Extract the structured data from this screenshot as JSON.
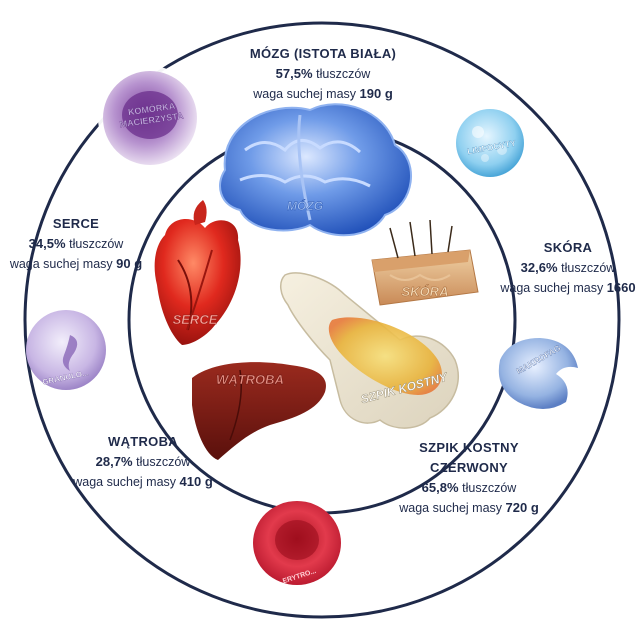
{
  "organs": {
    "brain": {
      "title": "MÓZG (ISTOTA BIAŁA)",
      "percent": "57,5%",
      "fat_word": "tłuszczów",
      "weight_label": "waga suchej masy",
      "weight_value": "190 g",
      "image_label": "MÓZG"
    },
    "heart": {
      "title": "SERCE",
      "percent": "34,5%",
      "fat_word": "tłuszczów",
      "weight_label": "waga suchej masy",
      "weight_value": "90 g",
      "image_label": "SERCE"
    },
    "skin": {
      "title": "SKÓRA",
      "percent": "32,6%",
      "fat_word": "tłuszczów",
      "weight_label": "waga suchej masy",
      "weight_value": "1660",
      "image_label": "SKÓRA"
    },
    "liver": {
      "title": "WĄTROBA",
      "percent": "28,7%",
      "fat_word": "tłuszczów",
      "weight_label": "waga suchej masy",
      "weight_value": "410 g",
      "image_label": "WĄTROBA"
    },
    "marrow": {
      "title_line1": "SZPIK KOSTNY",
      "title_line2": "CZERWONY",
      "percent": "65,8%",
      "fat_word": "tłuszczów",
      "weight_label": "waga suchej masy",
      "weight_value": "720 g",
      "image_label": "SZPIK KOSTNY"
    }
  },
  "cells": {
    "nerve_cell_line1": "KOMÓRKA",
    "nerve_cell_line2": "MACIERZYSTA",
    "lymphocyte": "LIMFOCYTY",
    "granulocyte": "GRANULO...",
    "macrophage": "MAKROFAG",
    "erythrocyte": "ERYTRO..."
  },
  "colors": {
    "circle": "#1f2a4a",
    "text": "#1f2a4a",
    "brain": "#3b6fd1",
    "heart": "#d8261e",
    "skin": "#d9a66b",
    "liver": "#7a1a14",
    "marrow": "#e7c24f",
    "stem_cell": "#8a5aa8",
    "lymphocyte": "#6fc0e8",
    "granulocyte": "#b9a3d9",
    "macrophage": "#7d9fd8",
    "erythrocyte": "#d21f36"
  },
  "icons": [
    "brain-image",
    "heart-image",
    "skin-image",
    "liver-image",
    "bone-marrow-image",
    "stem-cell-image",
    "lymphocyte-image",
    "granulocyte-image",
    "macrophage-image",
    "erythrocyte-image"
  ]
}
